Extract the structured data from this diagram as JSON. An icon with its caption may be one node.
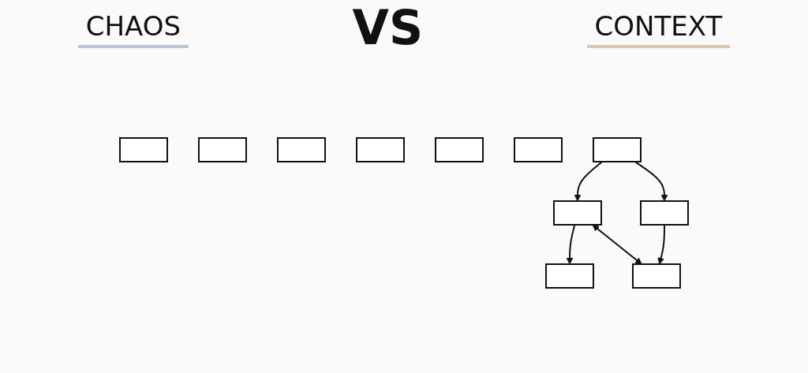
{
  "diagram": {
    "nodes": [
      {
        "text": [],
        "shape": "box"
      },
      {
        "text": [],
        "shape": "box"
      },
      {
        "text": [],
        "shape": "box"
      },
      {
        "text": [],
        "shape": "box"
      },
      {
        "text": [],
        "shape": "box"
      },
      {
        "text": [],
        "shape": "box"
      },
      {
        "text": [],
        "shape": "box"
      },
      {
        "text": [],
        "shape": "box"
      },
      {
        "text": [],
        "shape": "box"
      },
      {
        "text": [],
        "shape": "box"
      },
      {
        "text": [],
        "shape": "box"
      }
    ],
    "edges": [
      {
        "from": 6,
        "to": 7,
        "arrow": "to"
      },
      {
        "from": 6,
        "to": 8,
        "arrow": "to"
      },
      {
        "from": 7,
        "to": 9,
        "arrow": "to"
      },
      {
        "from": 7,
        "to": 10,
        "arrow": "both"
      },
      {
        "from": 8,
        "to": 10,
        "arrow": "to"
      }
    ],
    "labels": [
      "CHAOS",
      "CONTEXT",
      "VS"
    ]
  }
}
